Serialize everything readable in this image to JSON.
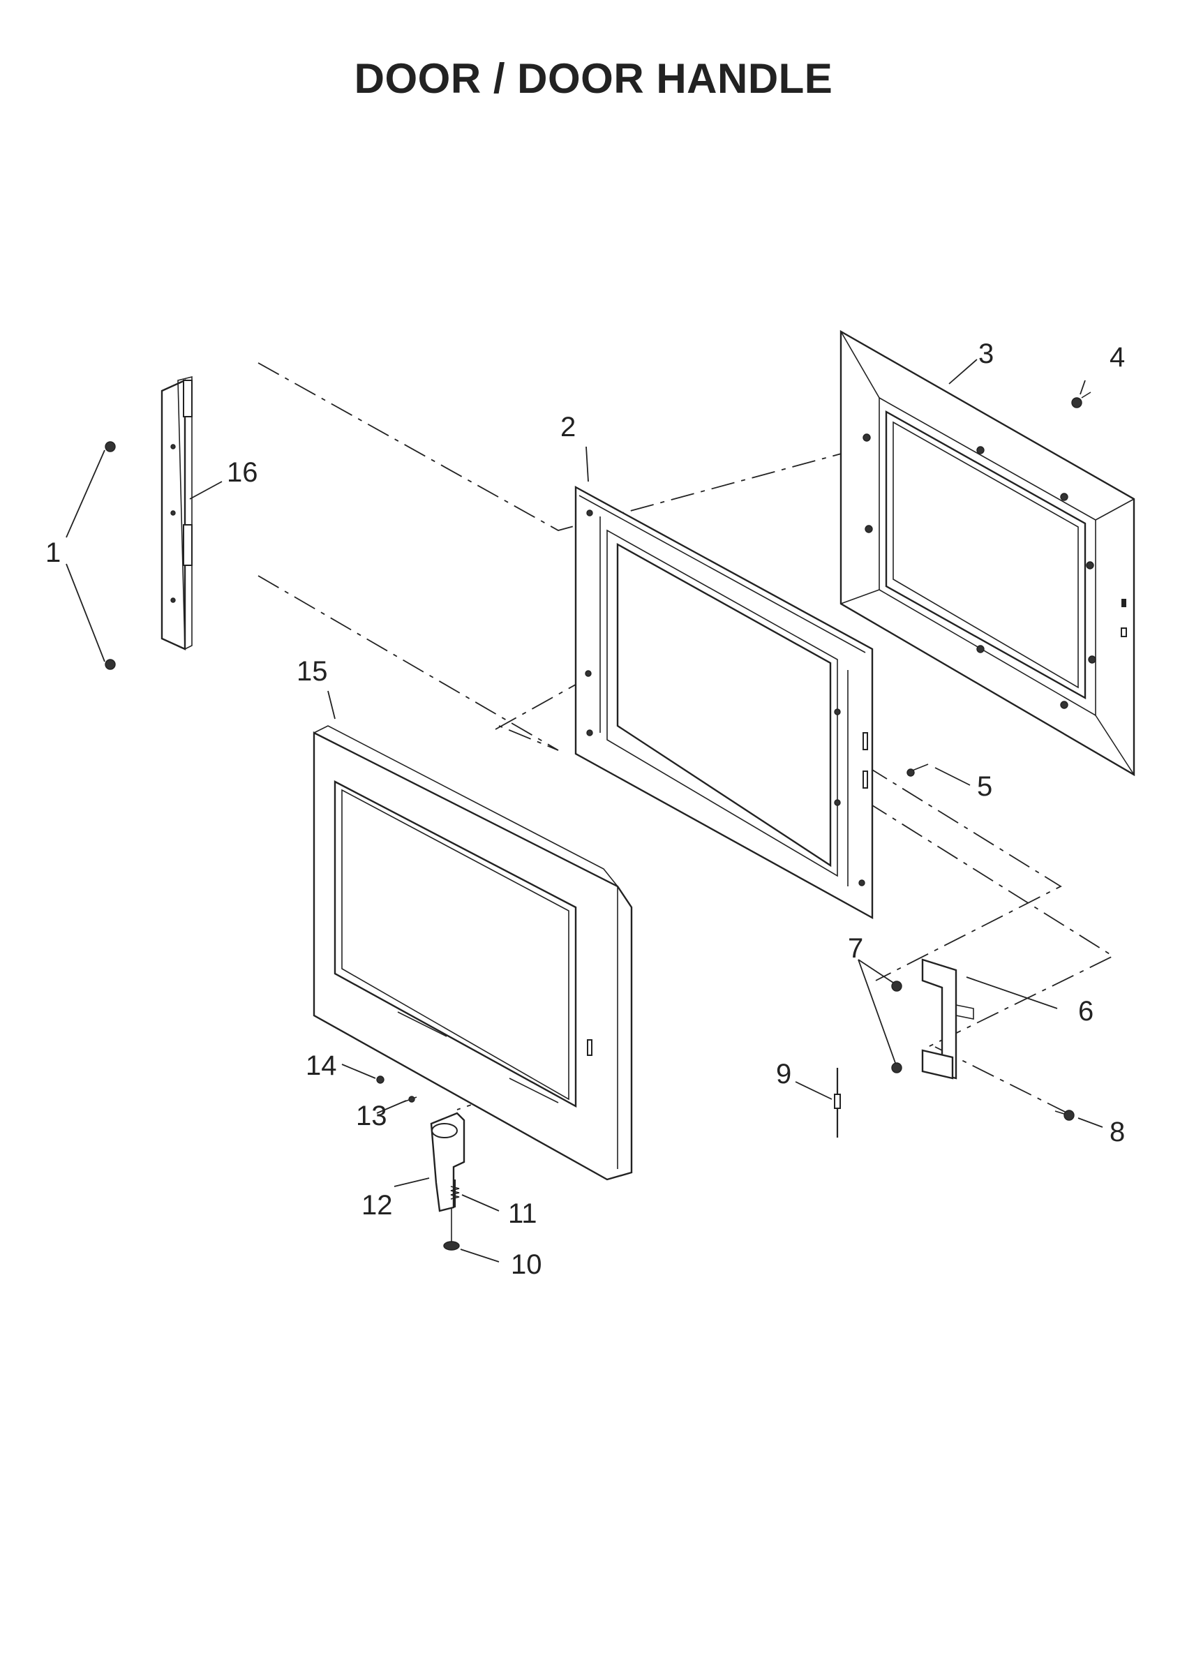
{
  "title": "DOOR / DOOR HANDLE",
  "callouts": [
    "1",
    "2",
    "3",
    "4",
    "5",
    "6",
    "7",
    "8",
    "9",
    "10",
    "11",
    "12",
    "13",
    "14",
    "15",
    "16"
  ],
  "parts": [
    {
      "ref": "1",
      "icon": "screw-icon"
    },
    {
      "ref": "2",
      "icon": "door-inner-frame-icon"
    },
    {
      "ref": "3",
      "icon": "door-outer-panel-icon"
    },
    {
      "ref": "4",
      "icon": "screw-icon"
    },
    {
      "ref": "5",
      "icon": "screw-icon"
    },
    {
      "ref": "6",
      "icon": "handle-bracket-icon"
    },
    {
      "ref": "7",
      "icon": "screw-icon"
    },
    {
      "ref": "8",
      "icon": "screw-icon"
    },
    {
      "ref": "9",
      "icon": "pin-icon"
    },
    {
      "ref": "10",
      "icon": "screw-icon"
    },
    {
      "ref": "11",
      "icon": "spring-icon"
    },
    {
      "ref": "12",
      "icon": "door-handle-icon"
    },
    {
      "ref": "13",
      "icon": "screw-icon"
    },
    {
      "ref": "14",
      "icon": "washer-icon"
    },
    {
      "ref": "15",
      "icon": "door-front-panel-icon"
    },
    {
      "ref": "16",
      "icon": "hinge-channel-icon"
    }
  ]
}
